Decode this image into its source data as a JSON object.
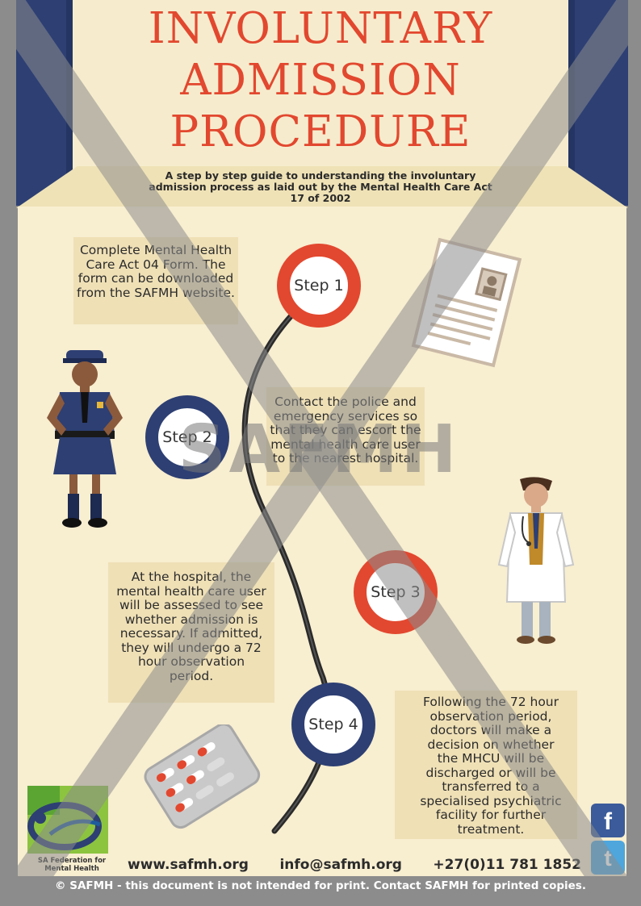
{
  "title": {
    "line1": "INVOLUNTARY",
    "line2": "ADMISSION",
    "line3": "PROCEDURE"
  },
  "subtitle": {
    "line1": "A step by step guide to understanding the involuntary",
    "line2": "admission process as laid out by the Mental Health Care Act",
    "line3": "17 of 2002"
  },
  "steps": [
    {
      "label": "Step 1",
      "text": "Complete Mental Health Care Act 04 Form. The form can be downloaded from the SAFMH website."
    },
    {
      "label": "Step 2",
      "text": "Contact the police and emergency services so that they can escort the mental health care user to the nearest hospital."
    },
    {
      "label": "Step 3",
      "text": "At the hospital, the mental health care user will be assessed to see whether admission is necessary. If admitted, they will undergo a 72 hour observation period."
    },
    {
      "label": "Step 4",
      "text": "Following the 72 hour observation period, doctors will make a decision on whether the MHCU will be discharged or will be transferred to a specialised psychiatric facility for further treatment."
    }
  ],
  "logo": {
    "line1": "SA Federation for",
    "line2": "Mental Health"
  },
  "footer": {
    "website": "www.safmh.org",
    "email": "info@safmh.org",
    "phone": "+27(0)11 781 1852"
  },
  "copyright": "© SAFMH - this document is not intended for print. Contact SAFMH for printed copies.",
  "watermark": "SAFMH",
  "social": {
    "facebook": "f",
    "twitter": "t"
  },
  "colors": {
    "red": "#e2482f",
    "navy": "#2d3f73",
    "cream": "#f8eed0",
    "beige": "#efe0b6"
  }
}
